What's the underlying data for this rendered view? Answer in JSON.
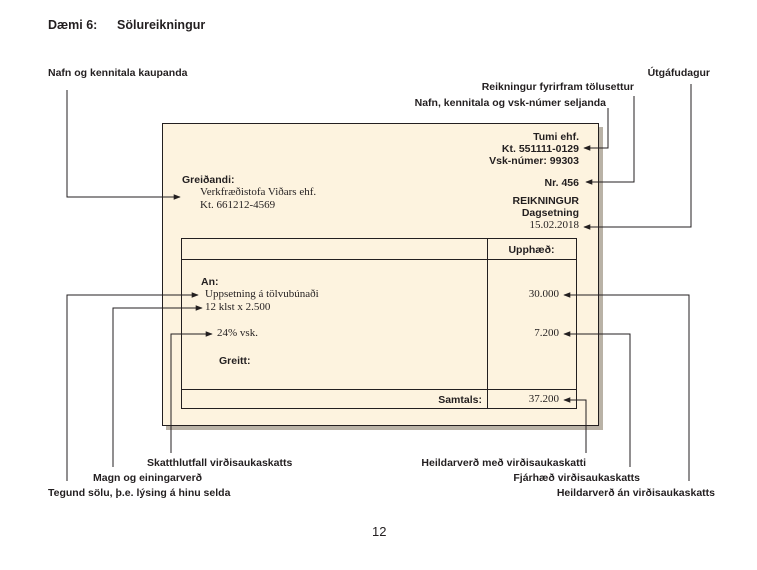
{
  "heading": {
    "number": "Dæmi 6:",
    "title": "Sölureikningur"
  },
  "annotations": {
    "buyer": "Nafn og kennitala kaupanda",
    "issue_date": "Útgáfudagur",
    "invoice_number": "Reikningur fyrirfram tölusettur",
    "seller": "Nafn, kennitala og vsk-númer seljanda",
    "vat_rate": "Skatthlutfall virðisaukaskatts",
    "quantity_unit_price": "Magn og einingarverð",
    "sale_type": "Tegund sölu, þ.e. lýsing á hinu selda",
    "total_incl_vat": "Heildarverð með virðisaukaskatti",
    "vat_amount": "Fjárhæð virðisaukaskatts",
    "total_excl_vat": "Heildarverð án virðisaukaskatts"
  },
  "invoice": {
    "seller_name": "Tumi ehf.",
    "seller_kt": "Kt. 551111-0129",
    "seller_vsk": "Vsk-númer: 99303",
    "payer_label": "Greiðandi:",
    "payer_name": "Verkfræðistofa Viðars ehf.",
    "payer_kt": "Kt. 661212-4569",
    "number": "Nr. 456",
    "doc_title": "REIKNINGUR",
    "date_label": "Dagsetning",
    "date": "15.02.2018",
    "amount_header": "Upphæð:",
    "for_label": "An:",
    "item_description": "Uppsetning á tölvubúnaði",
    "item_detail": "12 klst x 2.500",
    "item_amount": "30.000",
    "vat_line": "24% vsk.",
    "vat_amount": "7.200",
    "paid_label": "Greitt:",
    "total_label": "Samtals:",
    "total_amount": "37.200"
  },
  "page_number": "12"
}
